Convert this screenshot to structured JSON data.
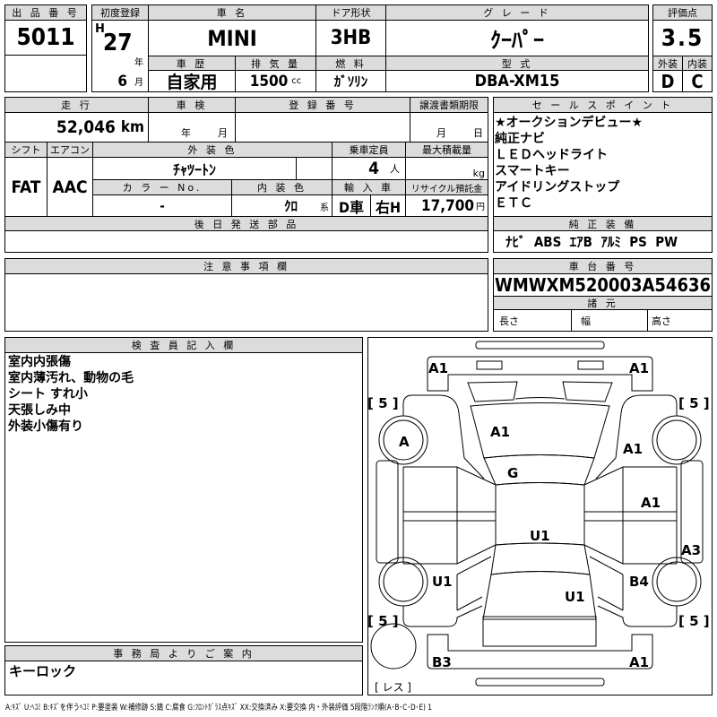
{
  "header": {
    "lot_label": "出 品 番 号",
    "lot_number": "5011",
    "first_reg_label": "初度登録",
    "era": "H",
    "year": "27",
    "year_unit": "年",
    "month": "6",
    "month_unit": "月",
    "car_name_label": "車 名",
    "car_name": "MINI",
    "door_label": "ドア形状",
    "door": "3HB",
    "grade_label": "グ レ ー ド",
    "grade": "ｸｰﾊﾟｰ",
    "history_label": "車 歴",
    "history": "自家用",
    "displacement_label": "排 気 量",
    "displacement": "1500",
    "displacement_unit": "cc",
    "fuel_label": "燃 料",
    "fuel": "ｶﾞｿﾘﾝ",
    "model_label": "型 式",
    "model": "DBA-XM15",
    "score_label": "評価点",
    "score": "3.5",
    "exterior_label": "外装",
    "exterior": "D",
    "interior_label": "内装",
    "interior": "C"
  },
  "details": {
    "mileage_label": "走 行",
    "mileage": "52,046",
    "mileage_unit": "km",
    "inspection_label": "車 検",
    "inspection_year_unit": "年",
    "inspection_month_unit": "月",
    "reg_no_label": "登 録 番 号",
    "transfer_label": "譲渡書類期限",
    "transfer_month_unit": "月",
    "transfer_day_unit": "日",
    "shift_label": "シフト",
    "shift": "FAT",
    "ac_label": "エアコン",
    "ac": "AAC",
    "ext_color_label": "外 装 色",
    "ext_color": "ﾁｬﾂｰﾄﾝ",
    "capacity_label": "乗車定員",
    "capacity": "4",
    "capacity_unit": "人",
    "max_load_label": "最大積載量",
    "max_load_unit": "kg",
    "color_no_label": "カ ラ ー No.",
    "color_no": "-",
    "int_color_label": "内 装 色",
    "int_color": "ｸﾛ",
    "int_color_suffix": "系",
    "import_label": "輸 入 車",
    "import": "D車",
    "handle": "右H",
    "recycle_label": "リサイクル預託金",
    "recycle": "17,700",
    "recycle_unit": "円",
    "later_parts_label": "後 日 発 送 部 品"
  },
  "sales_points": {
    "label": "セ ー ル ス ポ イ ン ト",
    "items": [
      "★オークションデビュー★",
      "純正ナビ",
      "ＬＥＤヘッドライト",
      "スマートキー",
      "アイドリングストップ",
      "ＥＴＣ"
    ]
  },
  "equipment": {
    "label": "純 正 装 備",
    "items": "ﾅﾋﾞ  ABS  ｴｱB  ｱﾙﾐ  PS  PW"
  },
  "caution": {
    "label": "注 意 事 項 欄"
  },
  "chassis": {
    "label": "車 台 番 号",
    "number": "WMWXM520003A54636",
    "spec_label": "諸 元",
    "length": "長さ",
    "width": "幅",
    "height": "高さ"
  },
  "inspector": {
    "label": "検 査 員 記 入 欄",
    "notes": [
      "室内内張傷",
      "室内薄汚れ、動物の毛",
      "シート すれ小",
      "天張しみ中",
      "外装小傷有り"
    ]
  },
  "office": {
    "label": "事 務 局 よ り ご 案 内",
    "text": "キーロック"
  },
  "diagram": {
    "front_left_bumper": "A1",
    "front_right_bumper": "A1",
    "tire_fl": "[ 5 ]",
    "tire_fr": "[ 5 ]",
    "tire_rl": "[ 5 ]",
    "tire_rr": "[ 5 ]",
    "left_front_fender": "A",
    "hood": "A1",
    "right_front_fender": "A1",
    "windshield": "G",
    "right_front_door": "A1",
    "roof": "U1",
    "right_sill": "A3",
    "left_rear_fender": "U1",
    "right_rear_fender": "B4",
    "trunk": "U1",
    "rear_left_bumper": "B3",
    "rear_right_bumper": "A1",
    "spare": "[ レス ]"
  },
  "legend": "A:ｷｽﾞ  U:ﾍｺﾐ  B:ｷｽﾞを伴うﾍｺﾐ  P:要塗装  W:補修跡  S:錆  C:腐食  G:ﾌﾛﾝﾄｶﾞﾗｽ点ｷｽﾞ  XX:交換済み  X:要交換   内・外装評価  5段階ﾗﾝｸ順(A･B･C･D･E) 1"
}
